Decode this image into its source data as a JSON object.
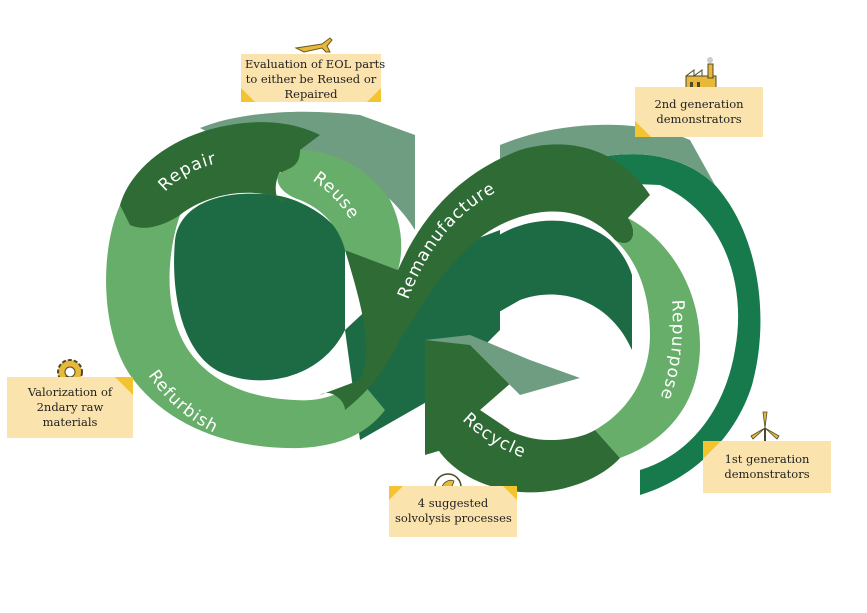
{
  "loop_labels": {
    "repair": "Repair",
    "reuse": "Reuse",
    "remanufacture": "Remanufacture",
    "repurpose": "Repurpose",
    "recycle": "Recycle",
    "refurbish": "Refurbish"
  },
  "notes": {
    "evaluation": [
      "Evaluation of EOL parts",
      "to either be Reused or",
      "Repaired"
    ],
    "second_gen": [
      "2nd generation",
      "demonstrators"
    ],
    "valorization": [
      "Valorization of",
      "2ndary raw",
      "materials"
    ],
    "first_gen": [
      "1st generation",
      "demonstrators"
    ],
    "solvolysis": [
      "4 suggested",
      "solvolysis processes"
    ]
  },
  "icons": {
    "evaluation": "airplane-icon",
    "second_gen": "factory-icon",
    "valorization": "gear-wrench-icon",
    "first_gen": "wind-turbine-icon",
    "solvolysis": "leaves-icon"
  },
  "colors": {
    "dark_green": "#2f6b35",
    "light_green": "#65ad68",
    "side_green": "#1b7a4e",
    "top_grey": "#6e9a80",
    "note_bg": "#fbe3ad",
    "note_accent": "#f4c430"
  }
}
